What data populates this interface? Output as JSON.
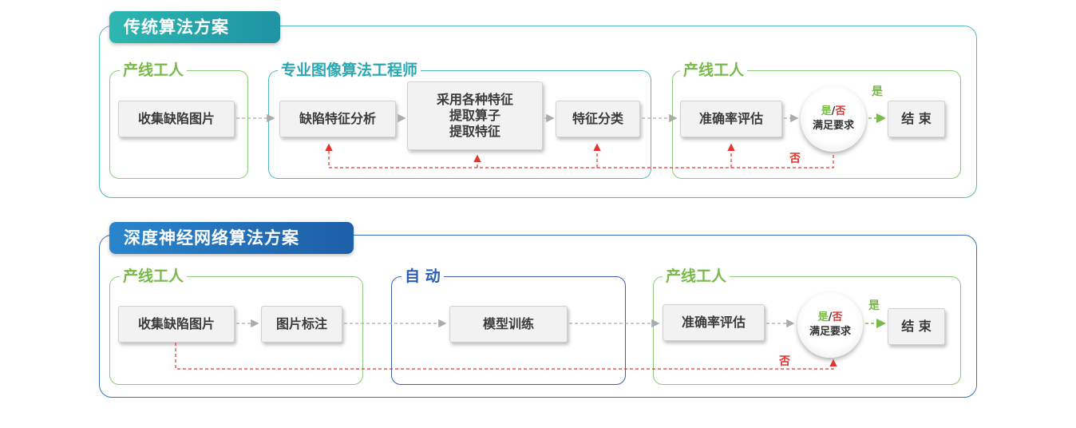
{
  "panel1": {
    "title": "传统算法方案",
    "groups": {
      "left": "产线工人",
      "mid": "专业图像算法工程师",
      "right": "产线工人"
    },
    "boxes": {
      "collect": "收集缺陷图片",
      "analyze": "缺陷特征分析",
      "extract": [
        "采用各种特征",
        "提取算子",
        "提取特征"
      ],
      "classify": "特征分类",
      "evaluate": "准确率评估",
      "end": "结 束"
    },
    "decision": {
      "yes": "是",
      "slash": "/",
      "no": "否",
      "text": "满足要求"
    },
    "yes_label": "是",
    "no_label": "否"
  },
  "panel2": {
    "title": "深度神经网络算法方案",
    "groups": {
      "left": "产线工人",
      "mid": "自 动",
      "right": "产线工人"
    },
    "boxes": {
      "collect": "收集缺陷图片",
      "annotate": "图片标注",
      "train": "模型训练",
      "evaluate": "准确率评估",
      "end": "结 束"
    },
    "decision": {
      "yes": "是",
      "slash": "/",
      "no": "否",
      "text": "满足要求"
    },
    "yes_label": "是",
    "no_label": "否"
  },
  "colors": {
    "teal": "#53b8bf",
    "navy": "#3d70b8",
    "green": "#8cc97a",
    "red": "#e0342f",
    "gray_arrow": "#aaaaaa"
  }
}
